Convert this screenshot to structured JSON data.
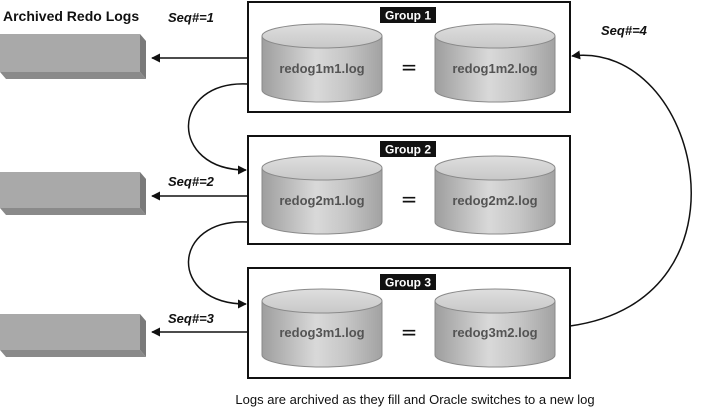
{
  "diagram": {
    "title": "Archived Redo Logs",
    "caption": "Logs are archived as they fill and Oracle switches to a new log",
    "equals_symbol": "=",
    "groups": [
      {
        "label": "Group 1",
        "member1": "redog1m1.log",
        "member2": "redog1m2.log",
        "seq": "Seq#=1"
      },
      {
        "label": "Group 2",
        "member1": "redog2m1.log",
        "member2": "redog2m2.log",
        "seq": "Seq#=2"
      },
      {
        "label": "Group 3",
        "member1": "redog3m1.log",
        "member2": "redog3m2.log",
        "seq": "Seq#=3"
      }
    ],
    "wrap_seq": "Seq#=4"
  }
}
